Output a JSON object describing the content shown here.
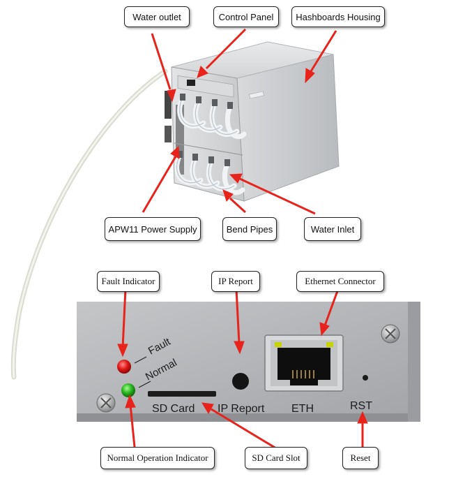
{
  "labels": {
    "water_outlet": "Water outlet",
    "control_panel": "Control Panel",
    "hashboards_housing": "Hashboards Housing",
    "apw11_power_supply": "APW11 Power Supply",
    "bend_pipes": "Bend Pipes",
    "water_inlet": "Water Inlet",
    "fault_indicator": "Fault Indicator",
    "ip_report": "IP Report",
    "ethernet_connector": "Ethernet Connector",
    "normal_operation_indicator": "Normal Operation Indicator",
    "sd_card_slot": "SD Card Slot",
    "reset": "Reset"
  },
  "panel_print": {
    "fault": "Fault",
    "normal": "Normal",
    "sd_card": "SD Card",
    "ip_report": "IP Report",
    "eth": "ETH",
    "rst": "RST"
  },
  "colors": {
    "arrow": "#e8231c",
    "metal": "#c9cbcd",
    "fault_led": "#e01616",
    "normal_led": "#27b51f",
    "rj45_led": "#c8d400"
  }
}
